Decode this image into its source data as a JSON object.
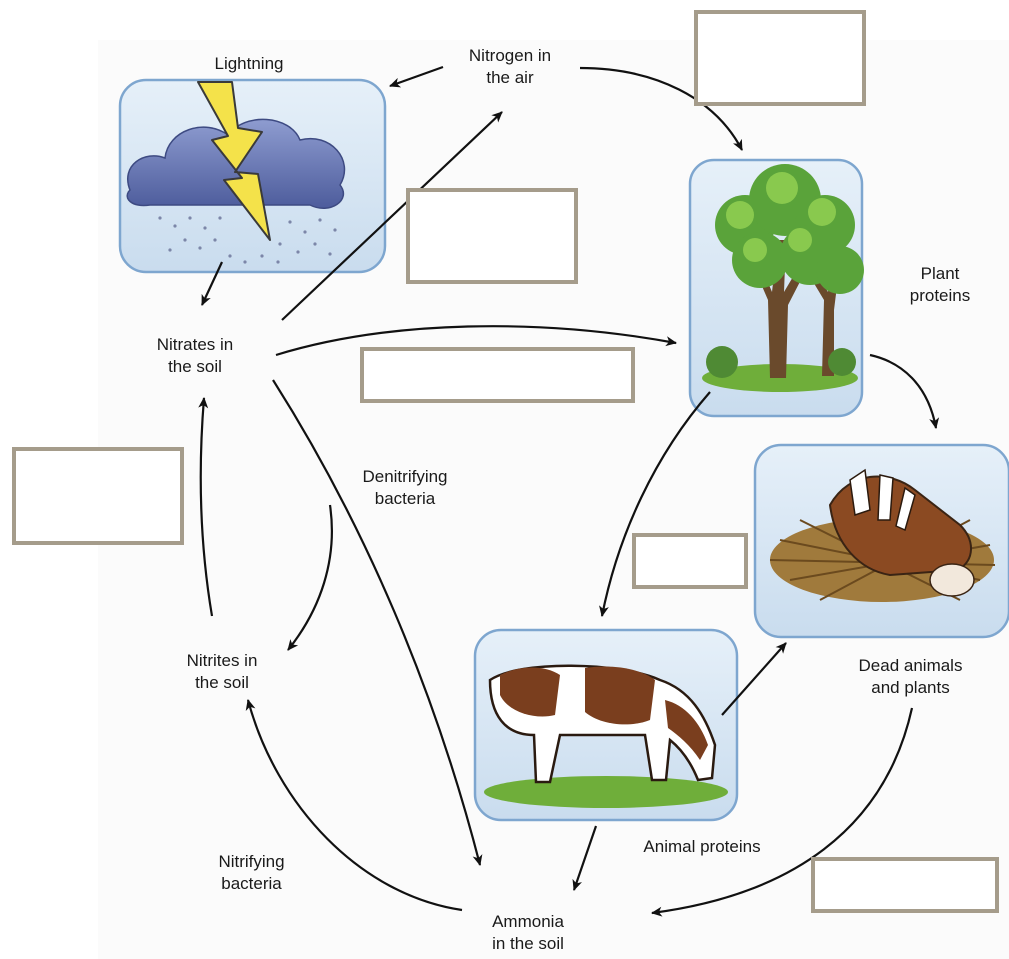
{
  "labels": {
    "lightning": "Lightning",
    "nitrogen_air": [
      "Nitrogen in",
      "the air"
    ],
    "plant_proteins": [
      "Plant",
      "proteins"
    ],
    "nitrates_soil": [
      "Nitrates in",
      "the soil"
    ],
    "denitrifying": [
      "Denitrifying",
      "bacteria"
    ],
    "nitrites_soil": [
      "Nitrites in",
      "the soil"
    ],
    "dead_animals": [
      "Dead animals",
      "and plants"
    ],
    "animal_proteins": "Animal proteins",
    "nitrifying": [
      "Nitrifying",
      "bacteria"
    ],
    "ammonia": [
      "Ammonia",
      "in the soil"
    ]
  },
  "colors": {
    "frame_fill": "#d7e6f3",
    "frame_border": "#7ea6cf",
    "answer_box_border": "#a59c8b",
    "arrow": "#111111"
  },
  "images": {
    "lightning": "storm-cloud-with-lightning",
    "tree": "trees-on-grass",
    "dead": "dead-animal-on-straw",
    "cow": "grazing-cow"
  },
  "answer_boxes": [
    "",
    "",
    "",
    "",
    "",
    "",
    ""
  ]
}
